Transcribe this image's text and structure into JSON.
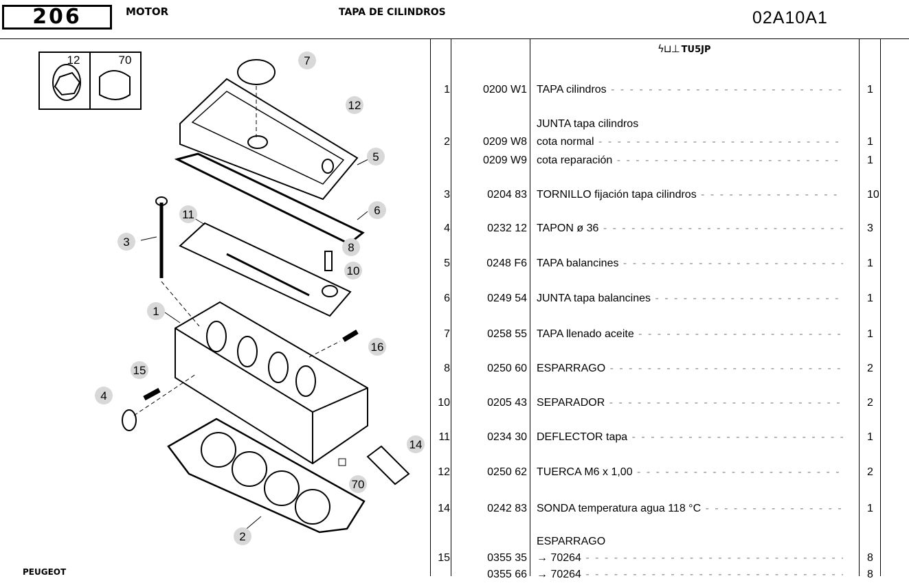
{
  "header": {
    "model": "206",
    "section": "MOTOR",
    "title": "TAPA DE CILINDROS",
    "code": "02A10A1",
    "brand": "PEUGEOT"
  },
  "engine": {
    "code": "TU5JP"
  },
  "diagram": {
    "callouts": [
      "12",
      "70",
      "7",
      "12",
      "5",
      "11",
      "6",
      "3",
      "8",
      "10",
      "1",
      "16",
      "15",
      "4",
      "14",
      "70",
      "2"
    ]
  },
  "parts": [
    {
      "item": "1",
      "ref": "0200 W1",
      "desc": "TAPA cilindros",
      "qty": "1"
    },
    {
      "item": "",
      "ref": "",
      "desc": "JUNTA tapa cilindros",
      "qty": ""
    },
    {
      "item": "2",
      "ref": "0209 W8",
      "desc": "cota normal",
      "qty": "1"
    },
    {
      "item": "",
      "ref": "0209 W9",
      "desc": "cota reparación",
      "qty": "1"
    },
    {
      "item": "3",
      "ref": "0204 83",
      "desc": "TORNILLO fijación tapa cilindros",
      "qty": "10"
    },
    {
      "item": "4",
      "ref": "0232 12",
      "desc": "TAPON ø 36",
      "qty": "3"
    },
    {
      "item": "5",
      "ref": "0248 F6",
      "desc": "TAPA balancines",
      "qty": "1"
    },
    {
      "item": "6",
      "ref": "0249 54",
      "desc": "JUNTA tapa balancines",
      "qty": "1"
    },
    {
      "item": "7",
      "ref": "0258 55",
      "desc": "TAPA llenado aceite",
      "qty": "1"
    },
    {
      "item": "8",
      "ref": "0250 60",
      "desc": "ESPARRAGO",
      "qty": "2"
    },
    {
      "item": "10",
      "ref": "0205 43",
      "desc": "SEPARADOR",
      "qty": "2"
    },
    {
      "item": "11",
      "ref": "0234 30",
      "desc": "DEFLECTOR tapa",
      "qty": "1"
    },
    {
      "item": "12",
      "ref": "0250 62",
      "desc": "TUERCA M6 x 1,00",
      "qty": "2"
    },
    {
      "item": "14",
      "ref": "0242 83",
      "desc": "SONDA temperatura agua 118 °C",
      "qty": "1"
    },
    {
      "item": "",
      "ref": "",
      "desc": "ESPARRAGO",
      "qty": ""
    },
    {
      "item": "15",
      "ref": "0355 35",
      "desc": "→ 70264",
      "qty": "8"
    },
    {
      "item": "",
      "ref": "0355 66",
      "desc": "→ 70264",
      "qty": "8"
    }
  ]
}
